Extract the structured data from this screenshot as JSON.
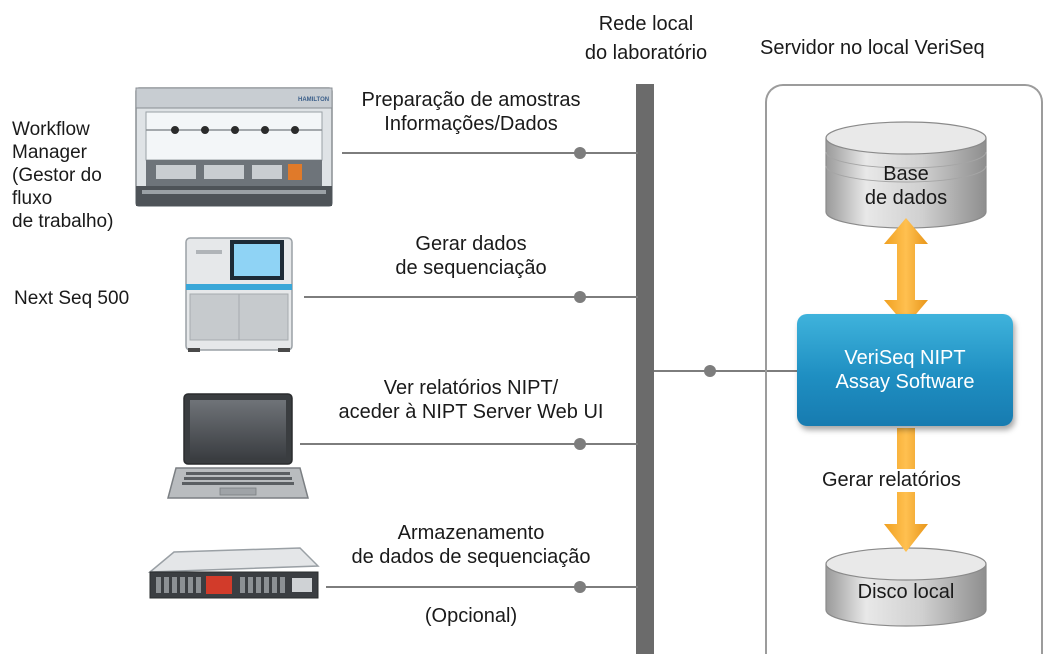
{
  "network": {
    "title_line1": "Rede local",
    "title_line2": "do laboratório"
  },
  "server": {
    "title": "Servidor no local VeriSeq",
    "database": {
      "line1": "Base",
      "line2": "de dados"
    },
    "software": {
      "line1": "VeriSeq NIPT",
      "line2": "Assay Software"
    },
    "report_label": "Gerar relatórios",
    "local_disk": "Disco local"
  },
  "devices": [
    {
      "label": "Workflow\nManager\n(Gestor do\nfluxo\nde trabalho)",
      "connection_line1": "Preparação de amostras",
      "connection_line2": "Informações/Dados"
    },
    {
      "label": "Next Seq 500",
      "connection_line1": "Gerar dados",
      "connection_line2": "de sequenciação"
    },
    {
      "label": "",
      "connection_line1": "Ver relatórios NIPT/",
      "connection_line2": "aceder à NIPT Server Web UI"
    },
    {
      "label": "",
      "connection_line1": "Armazenamento",
      "connection_line2": "de dados de sequenciação",
      "note": "(Opcional)"
    }
  ],
  "device_brand": "HAMILTON",
  "colors": {
    "bus": "#6b6b6b",
    "software": "#1f8fc2",
    "arrow": "#f5a623",
    "cylinder": "#c9c9c9"
  }
}
